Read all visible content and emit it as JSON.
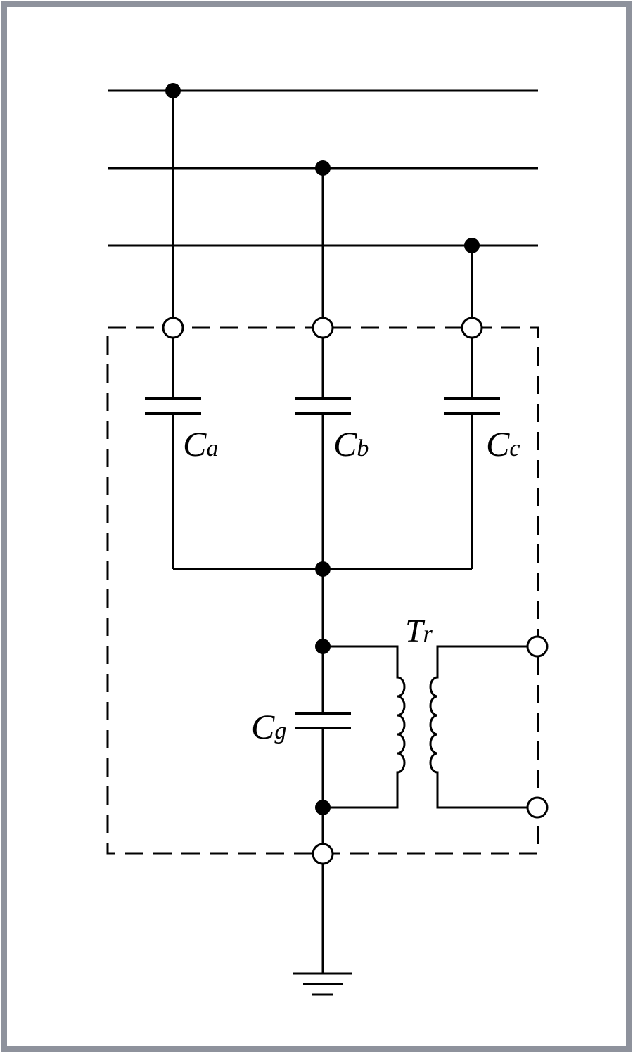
{
  "diagram": {
    "labels": {
      "ca_main": "C",
      "ca_sub": "a",
      "cb_main": "C",
      "cb_sub": "b",
      "cc_main": "C",
      "cc_sub": "c",
      "cg_main": "C",
      "cg_sub": "g",
      "tr_main": "T",
      "tr_sub": "r"
    },
    "colors": {
      "border": "#8e929c",
      "line": "#000000",
      "background": "#ffffff"
    }
  }
}
